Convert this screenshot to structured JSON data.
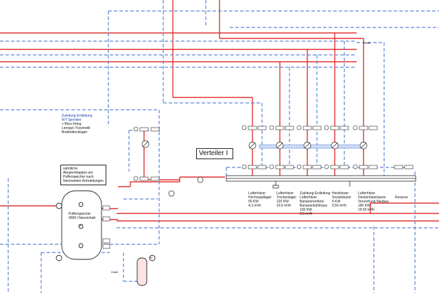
{
  "diagram": {
    "title": "Verteiler I",
    "left_note": {
      "lines": [
        "Zuleitung Erdleitung",
        "WT Sprinkler",
        "+ Büro Fking",
        "Leergut / Kosmetik",
        "Bodenblocklager"
      ]
    },
    "buffer_note": {
      "lines": [
        "sämtliche",
        "Absperrklappen am",
        "Pufferspeicher nach",
        "Nennweiten Rohrleitungen"
      ]
    },
    "buffer_tank": {
      "lines": [
        "Pufferspeicher",
        "9000 l Nenninhalt"
      ],
      "tag": "18"
    },
    "small_tank_tag": "19",
    "pipe_label": "DN80",
    "consumers": [
      {
        "lines": [
          "Lufterhitzer",
          "Hochregallager",
          "50 KW",
          "4,3 m³/h"
        ]
      },
      {
        "lines": [
          "Lufterhitzer",
          "Trockenlager",
          "120 KW",
          "10,5 m³/h"
        ]
      },
      {
        "lines": [
          "Zuleitung Erdleitung",
          "Lufterhitzer",
          "Bananenreiferei",
          "Bananenkühlhaus",
          "100 KW",
          "9,0 m³/h"
        ]
      },
      {
        "lines": [
          "Heizkörper",
          "Sozialräume",
          "5 KW",
          "0,50 m³/h"
        ]
      },
      {
        "lines": [
          "Lufterhitzer",
          "Deckenheizräume",
          "Versorhung Neubau",
          "180 KW",
          "15,50 m³/h"
        ]
      },
      {
        "lines": [
          "Reserve"
        ]
      }
    ]
  },
  "colors": {
    "supply": "#e03030",
    "return": "#5a82d6",
    "ink": "#222222"
  }
}
